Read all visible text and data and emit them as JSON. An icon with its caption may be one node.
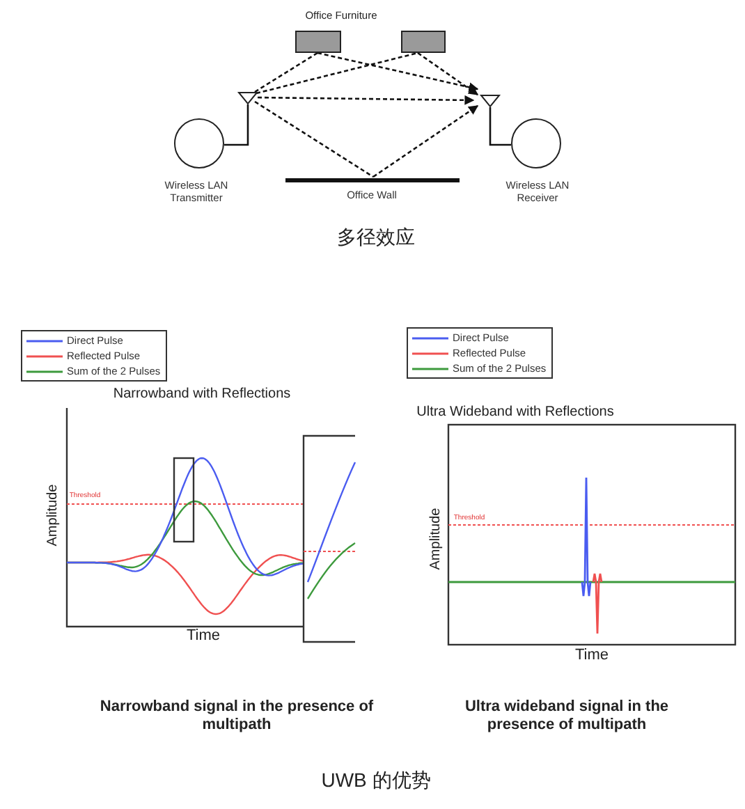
{
  "diagram": {
    "nodes": [
      {
        "text": [],
        "shape": "box"
      },
      {
        "text": [],
        "shape": "box"
      },
      {
        "text": [],
        "shape": "antenna"
      },
      {
        "text": [],
        "shape": "antenna"
      },
      {
        "text": [
          "Wireless LAN Transmitter"
        ]
      },
      {
        "text": [
          "Wireless LAN Receiver"
        ]
      },
      {
        "text": [
          "Office Wall"
        ]
      }
    ],
    "edges": [
      {
        "from": 2,
        "to": 0,
        "arrow": "none",
        "style": "dashed"
      },
      {
        "from": 0,
        "to": 3,
        "arrow": "to",
        "style": "dashed"
      },
      {
        "from": 2,
        "to": 1,
        "arrow": "none",
        "style": "dashed"
      },
      {
        "from": 1,
        "to": 3,
        "arrow": "to",
        "style": "dashed"
      },
      {
        "from": 2,
        "to": 3,
        "arrow": "to",
        "style": "dashed"
      },
      {
        "from": 2,
        "to": 6,
        "arrow": "none",
        "style": "dashed"
      },
      {
        "from": 6,
        "to": 3,
        "arrow": "to",
        "style": "dashed"
      },
      {
        "from": 4,
        "to": 2,
        "arrow": "none"
      },
      {
        "from": 5,
        "to": 3,
        "arrow": "none"
      }
    ],
    "labels": [
      "Office Furniture",
      "多径效应",
      "Narrowband with Reflections",
      "Amplitude",
      "Threshold",
      "Time",
      "Ultra Wideband with Reflections",
      "Amplitude",
      "Threshold",
      "Time",
      "Narrowband signal in the presence of multipath",
      "Ultra wideband signal in the presence of multipath",
      "UWB 的优势"
    ],
    "legend": [
      {
        "text": "Direct Pulse"
      },
      {
        "text": "Reflected Pulse"
      },
      {
        "text": "Sum of the 2 Pulses"
      },
      {
        "text": "Direct Pulse"
      },
      {
        "text": "Reflected Pulse"
      },
      {
        "text": "Sum of the 2 Pulses"
      }
    ]
  }
}
